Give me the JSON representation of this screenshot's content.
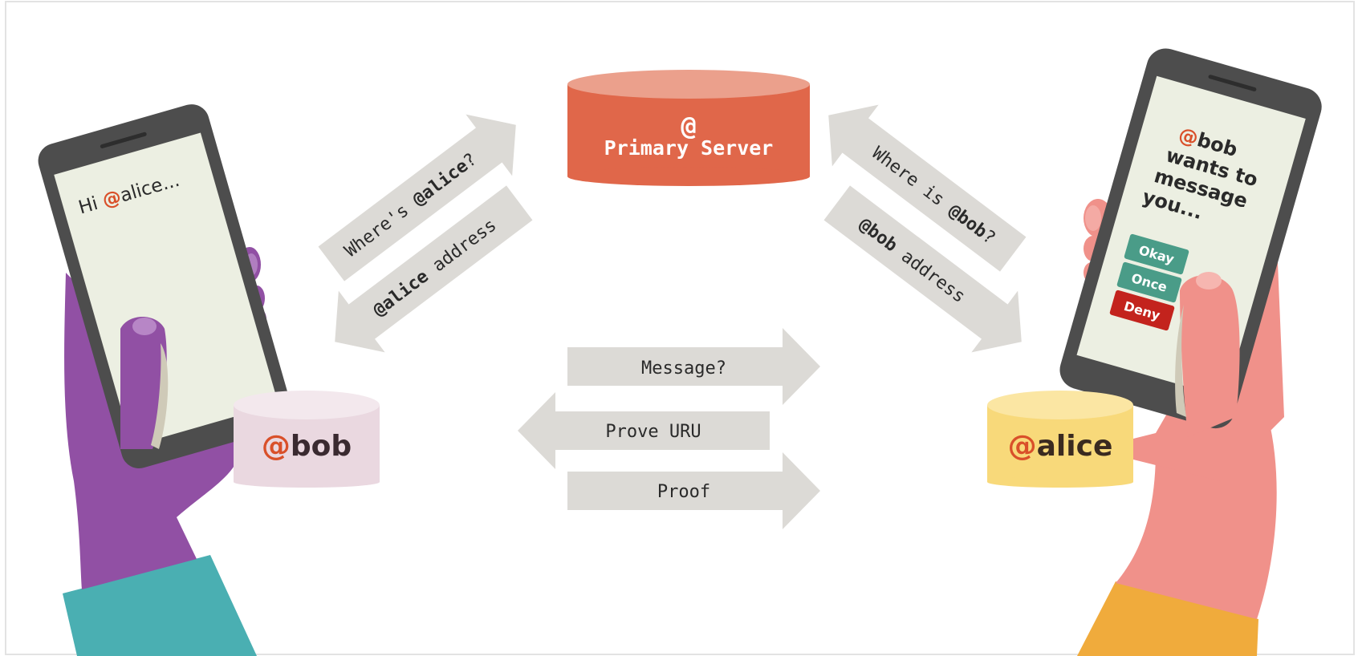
{
  "server": {
    "at_symbol": "@",
    "label": "Primary Server"
  },
  "left_phone": {
    "greeting_prefix": "Hi ",
    "at": "@",
    "greeting_name": "alice..."
  },
  "right_phone": {
    "at": "@",
    "sender": "bob",
    "line2": "wants to",
    "line3": "message",
    "line4": "you...",
    "buttons": {
      "okay": "Okay",
      "once": "Once",
      "deny": "Deny"
    }
  },
  "left_db": {
    "at": "@",
    "name": "bob"
  },
  "right_db": {
    "at": "@",
    "name": "alice"
  },
  "arrows": {
    "wheres_alice_prefix": "Where's ",
    "wheres_alice_handle": "@alice",
    "wheres_alice_suffix": "?",
    "alice_address_handle": "@alice",
    "alice_address_suffix": " address",
    "where_is_bob_prefix": "Where is ",
    "where_is_bob_handle": "@bob",
    "where_is_bob_suffix": "?",
    "bob_address_handle": "@bob",
    "bob_address_suffix": " address",
    "message": "Message?",
    "prove": "Prove URU",
    "proof": "Proof"
  },
  "colors": {
    "server_body": "#e0674a",
    "server_top": "#eba08c",
    "arrow": "#dcdad6",
    "bob_db": "#ead8e0",
    "alice_db": "#f8d97a",
    "accent_orange": "#d9502a",
    "purple_hand": "#9150a4",
    "pink_hand": "#f0918a",
    "teal_sleeve": "#4aafb2",
    "orange_sleeve": "#f0ab3c",
    "phone_body": "#4d4d4d",
    "screen": "#ecefe2",
    "button_green": "#4a9c88",
    "button_red": "#c3231d"
  }
}
